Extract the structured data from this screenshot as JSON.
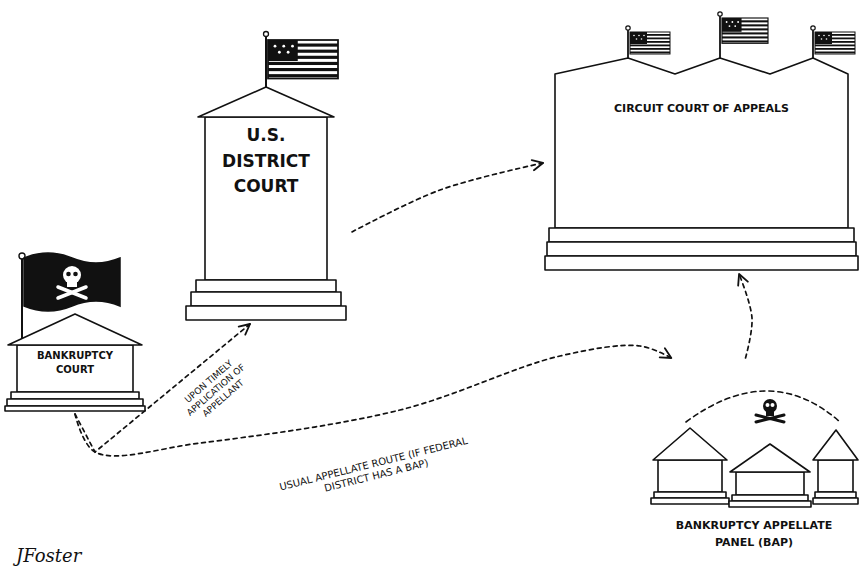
{
  "diagram": {
    "nodes": [
      {
        "text": [
          "BANKRUPTCY COURT"
        ]
      },
      {
        "text": [
          "U.S. DISTRICT COURT"
        ]
      },
      {
        "text": [
          "CIRCUIT COURT OF APPEALS"
        ]
      },
      {
        "text": [
          "BANKRUPTCY APPELLATE PANEL (BAP)"
        ]
      }
    ],
    "edges": [
      {
        "from": 0,
        "to": 1,
        "arrow": "to",
        "label": "UPON TIMELY APPLICATION OF APPELLANT"
      },
      {
        "from": 0,
        "to": 3,
        "arrow": "to",
        "label": "USUAL APPELLATE ROUTE (IF FEDERAL DISTRICT HAS A BAP)"
      },
      {
        "from": 1,
        "to": 2,
        "arrow": "to"
      },
      {
        "from": 3,
        "to": 2,
        "arrow": "to"
      }
    ],
    "labels": [
      "JFoster"
    ]
  }
}
